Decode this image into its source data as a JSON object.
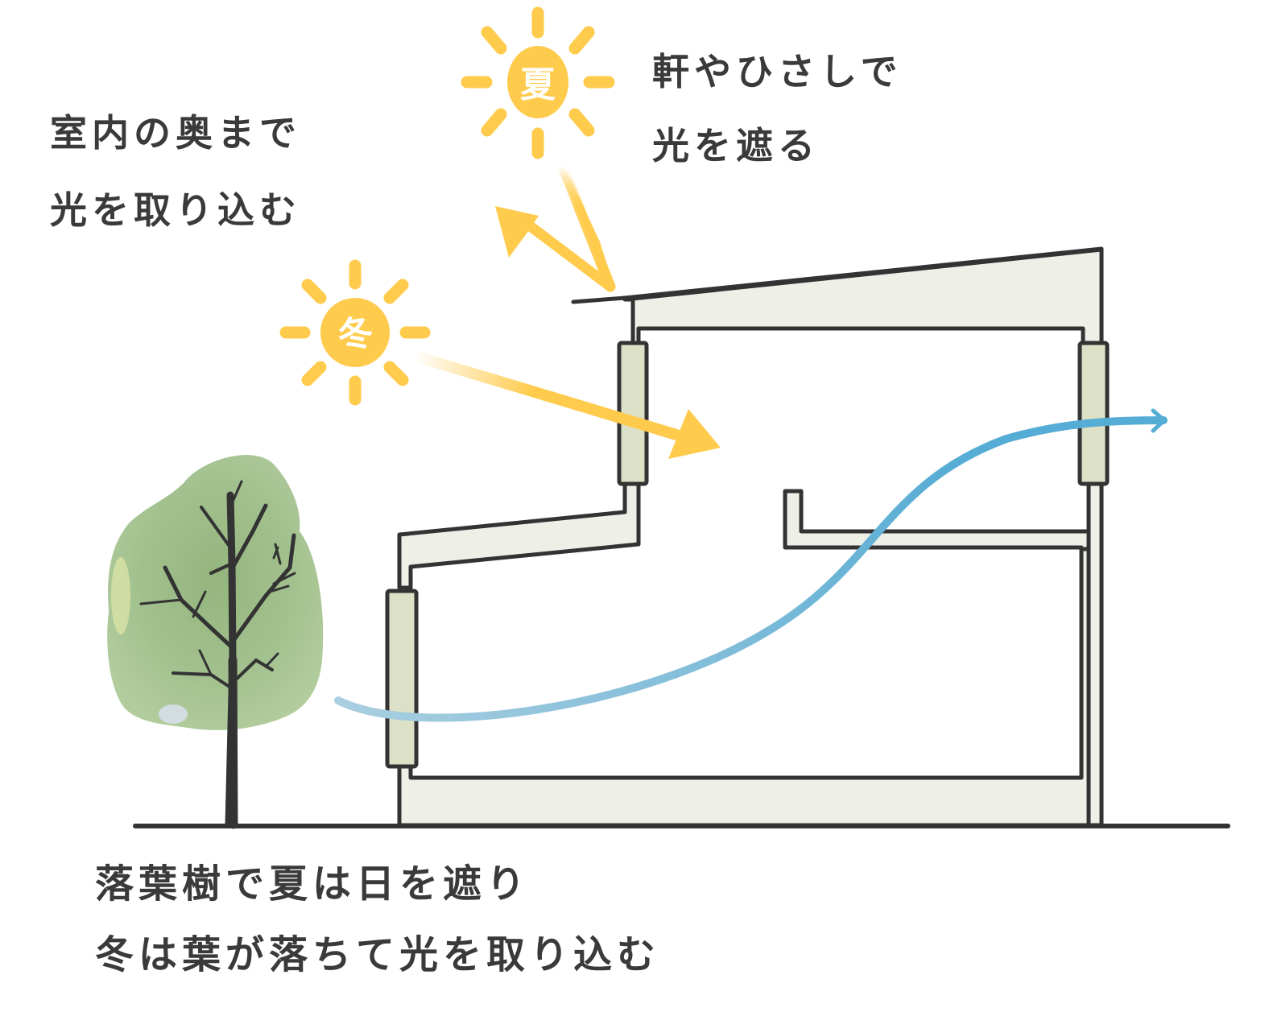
{
  "diagram": {
    "title": "Passive design: sunlight, shading and ventilation",
    "colors": {
      "sun": "#FFCB4C",
      "text": "#3a3a3a",
      "outline": "#333333",
      "wall_fill": "#EEF0E8",
      "window_fill": "#DCE0C6",
      "airflow": "#55ACD4",
      "foliage": "#9DBC8A"
    },
    "suns": {
      "summer": {
        "char": "夏",
        "meaning": "summer"
      },
      "winter": {
        "char": "冬",
        "meaning": "winter"
      }
    },
    "labels": {
      "winter_light": {
        "lines": [
          "室内の奥まで",
          "光を取り込む"
        ]
      },
      "summer_shade": {
        "lines": [
          "軒やひさしで",
          "光を遮る"
        ]
      },
      "deciduous_tree": {
        "lines": [
          "落葉樹で夏は日を遮り",
          "冬は葉が落ちて光を取り込む"
        ]
      }
    },
    "elements": {
      "summer_ray": "reflected off eave",
      "winter_ray": "enters deep into room",
      "airflow": "cross ventilation from low window to high window",
      "tree": "deciduous tree",
      "house": "two-level section with sloped roof and overhang"
    }
  }
}
